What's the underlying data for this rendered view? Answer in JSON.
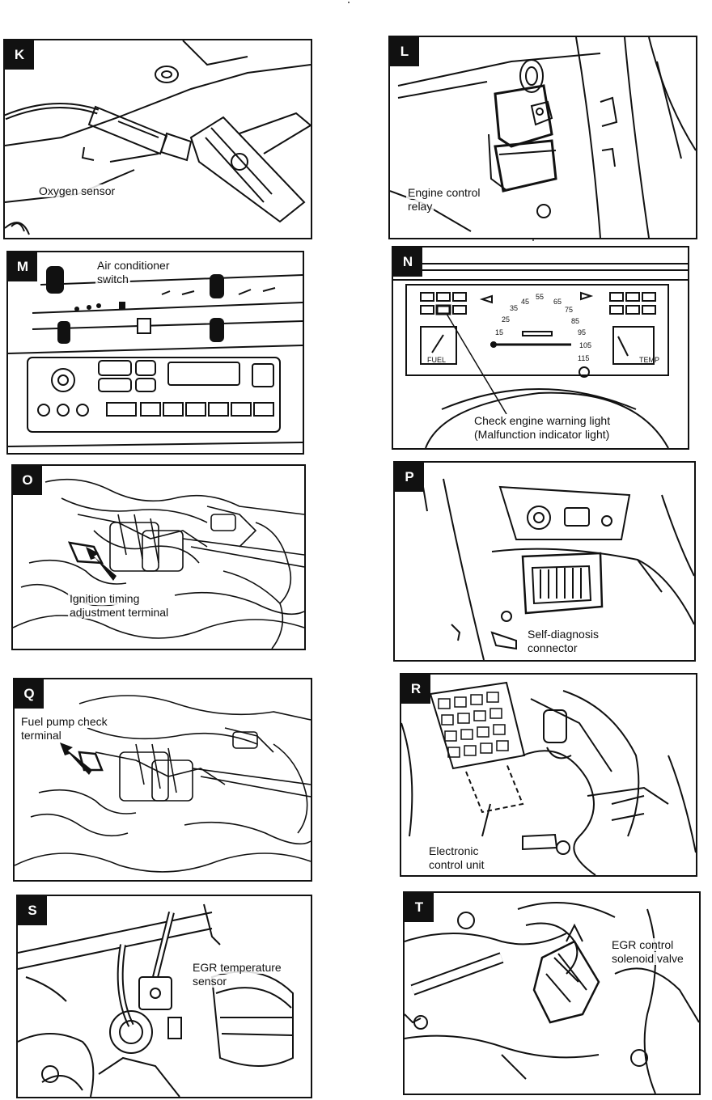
{
  "panels": [
    {
      "letter": "K",
      "caption": "Oxygen sensor"
    },
    {
      "letter": "L",
      "caption_line1": "Engine control",
      "caption_line2": "relay"
    },
    {
      "letter": "M",
      "caption_line1": "Air conditioner",
      "caption_line2": "switch"
    },
    {
      "letter": "N",
      "caption_line1": "Check engine warning light",
      "caption_line2": "(Malfunction indicator light)"
    },
    {
      "letter": "O",
      "caption_line1": "Ignition timing",
      "caption_line2": "adjustment terminal"
    },
    {
      "letter": "P",
      "caption_line1": "Self-diagnosis",
      "caption_line2": "connector"
    },
    {
      "letter": "Q",
      "caption_line1": "Fuel pump check",
      "caption_line2": "terminal"
    },
    {
      "letter": "R",
      "caption_line1": "Electronic",
      "caption_line2": "control unit"
    },
    {
      "letter": "S",
      "caption_line1": "EGR temperature",
      "caption_line2": "sensor"
    },
    {
      "letter": "T",
      "caption_line1": "EGR control",
      "caption_line2": "solenoid valve"
    }
  ],
  "gauge_text": {
    "fuel": "FUEL",
    "temp": "TEMP",
    "speed_ticks": [
      "15",
      "25",
      "35",
      "45",
      "55",
      "65",
      "75",
      "85",
      "95",
      "105",
      "115"
    ]
  },
  "colors": {
    "ink": "#111111",
    "paper": "#ffffff",
    "tag_bg": "#111111",
    "tag_fg": "#ffffff"
  }
}
